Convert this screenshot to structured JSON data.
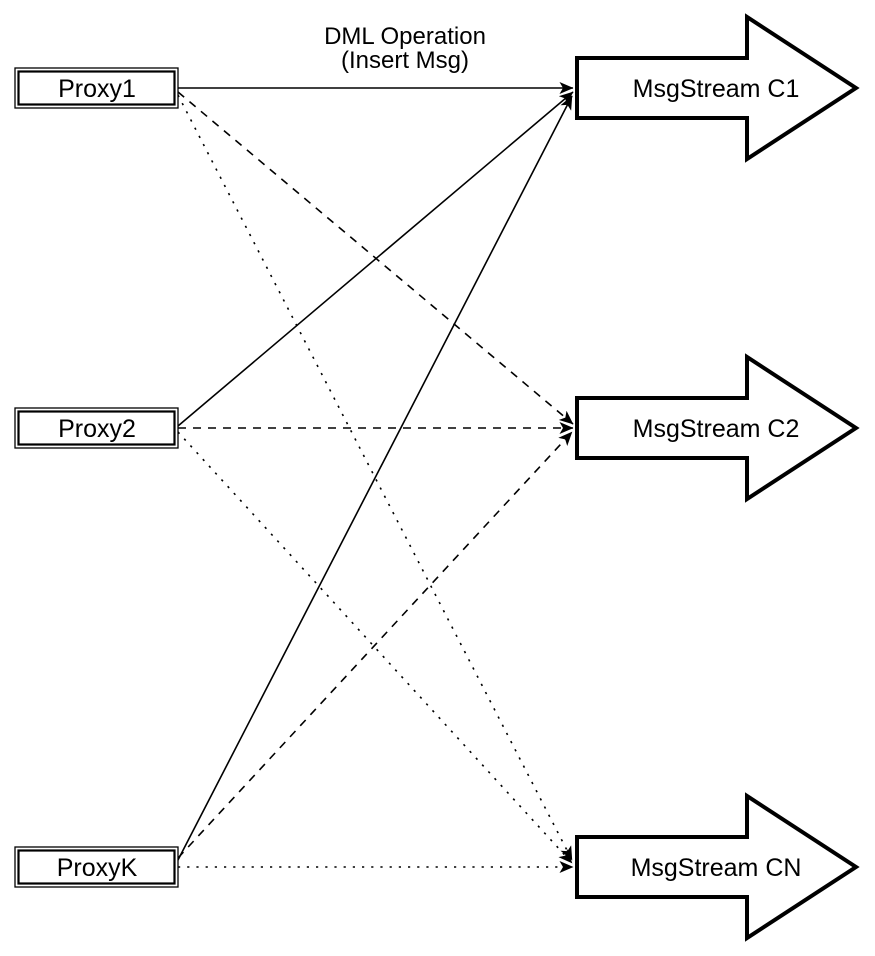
{
  "diagram": {
    "title": {
      "line1": "DML Operation",
      "line2": "(Insert Msg)"
    },
    "proxies": [
      {
        "label": "Proxy1"
      },
      {
        "label": "Proxy2"
      },
      {
        "label": "ProxyK"
      }
    ],
    "streams": [
      {
        "label": "MsgStream C1"
      },
      {
        "label": "MsgStream C2"
      },
      {
        "label": "MsgStream CN"
      }
    ],
    "edges": [
      {
        "from": "Proxy1",
        "to": "MsgStream C1",
        "line_style": "solid"
      },
      {
        "from": "Proxy2",
        "to": "MsgStream C1",
        "line_style": "solid"
      },
      {
        "from": "ProxyK",
        "to": "MsgStream C1",
        "line_style": "solid"
      },
      {
        "from": "Proxy1",
        "to": "MsgStream C2",
        "line_style": "dashed"
      },
      {
        "from": "Proxy2",
        "to": "MsgStream C2",
        "line_style": "dashed"
      },
      {
        "from": "ProxyK",
        "to": "MsgStream C2",
        "line_style": "dashed"
      },
      {
        "from": "Proxy1",
        "to": "MsgStream CN",
        "line_style": "dotted"
      },
      {
        "from": "Proxy2",
        "to": "MsgStream CN",
        "line_style": "dotted"
      },
      {
        "from": "ProxyK",
        "to": "MsgStream CN",
        "line_style": "dotted"
      }
    ],
    "colors": {
      "stroke": "#000000",
      "fill": "#ffffff",
      "background": "#ffffff"
    }
  }
}
